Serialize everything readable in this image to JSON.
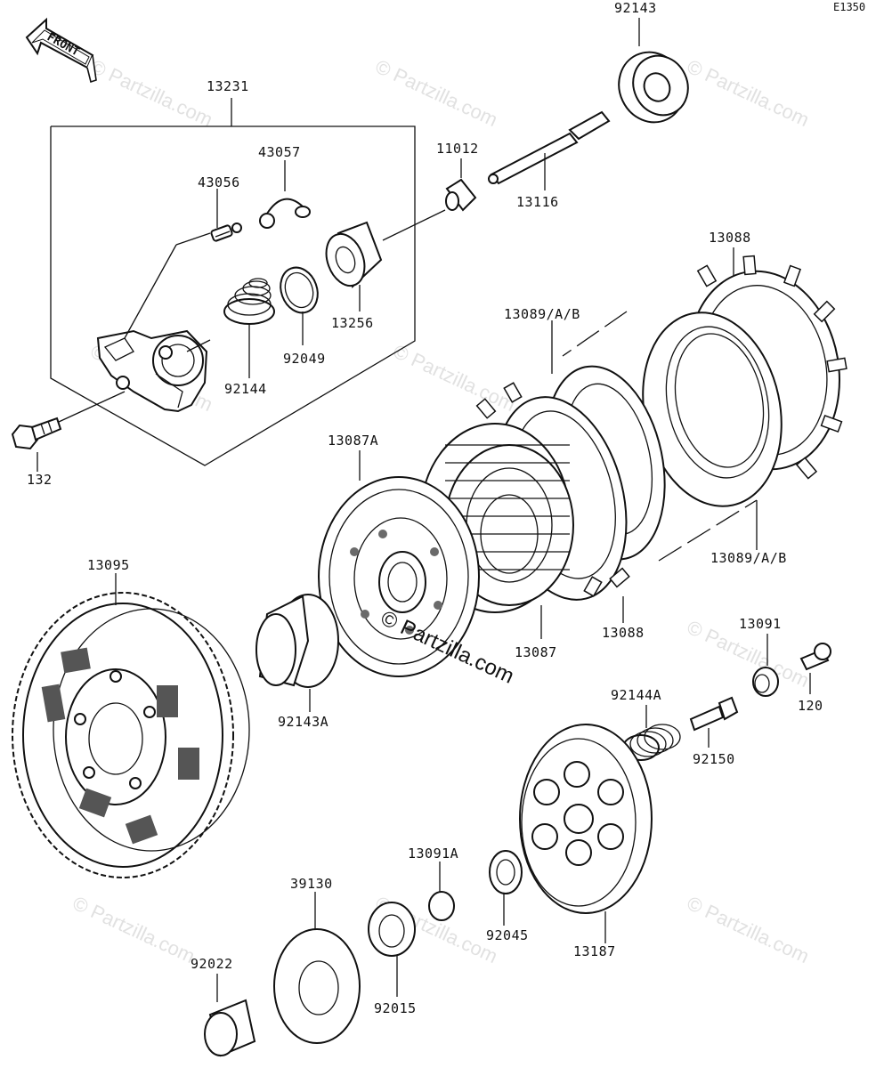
{
  "diagram": {
    "code": "E1350",
    "front_label": "FRONT",
    "watermark": "© Partzilla.com",
    "parts": {
      "p92143": "92143",
      "p13231": "13231",
      "p43057": "43057",
      "p43056": "43056",
      "p11012": "11012",
      "p13116": "13116",
      "p13256": "13256",
      "p92049": "92049",
      "p92144": "92144",
      "p132": "132",
      "p13088_top": "13088",
      "p13089_top": "13089/A/B",
      "p13087A": "13087A",
      "p13095": "13095",
      "p13087": "13087",
      "p13088_bot": "13088",
      "p13089_bot": "13089/A/B",
      "p92143A": "92143A",
      "p13091": "13091",
      "p120": "120",
      "p92144A": "92144A",
      "p92150": "92150",
      "p13091A": "13091A",
      "p39130": "39130",
      "p92045": "92045",
      "p13187": "13187",
      "p92022": "92022",
      "p92015": "92015"
    }
  }
}
